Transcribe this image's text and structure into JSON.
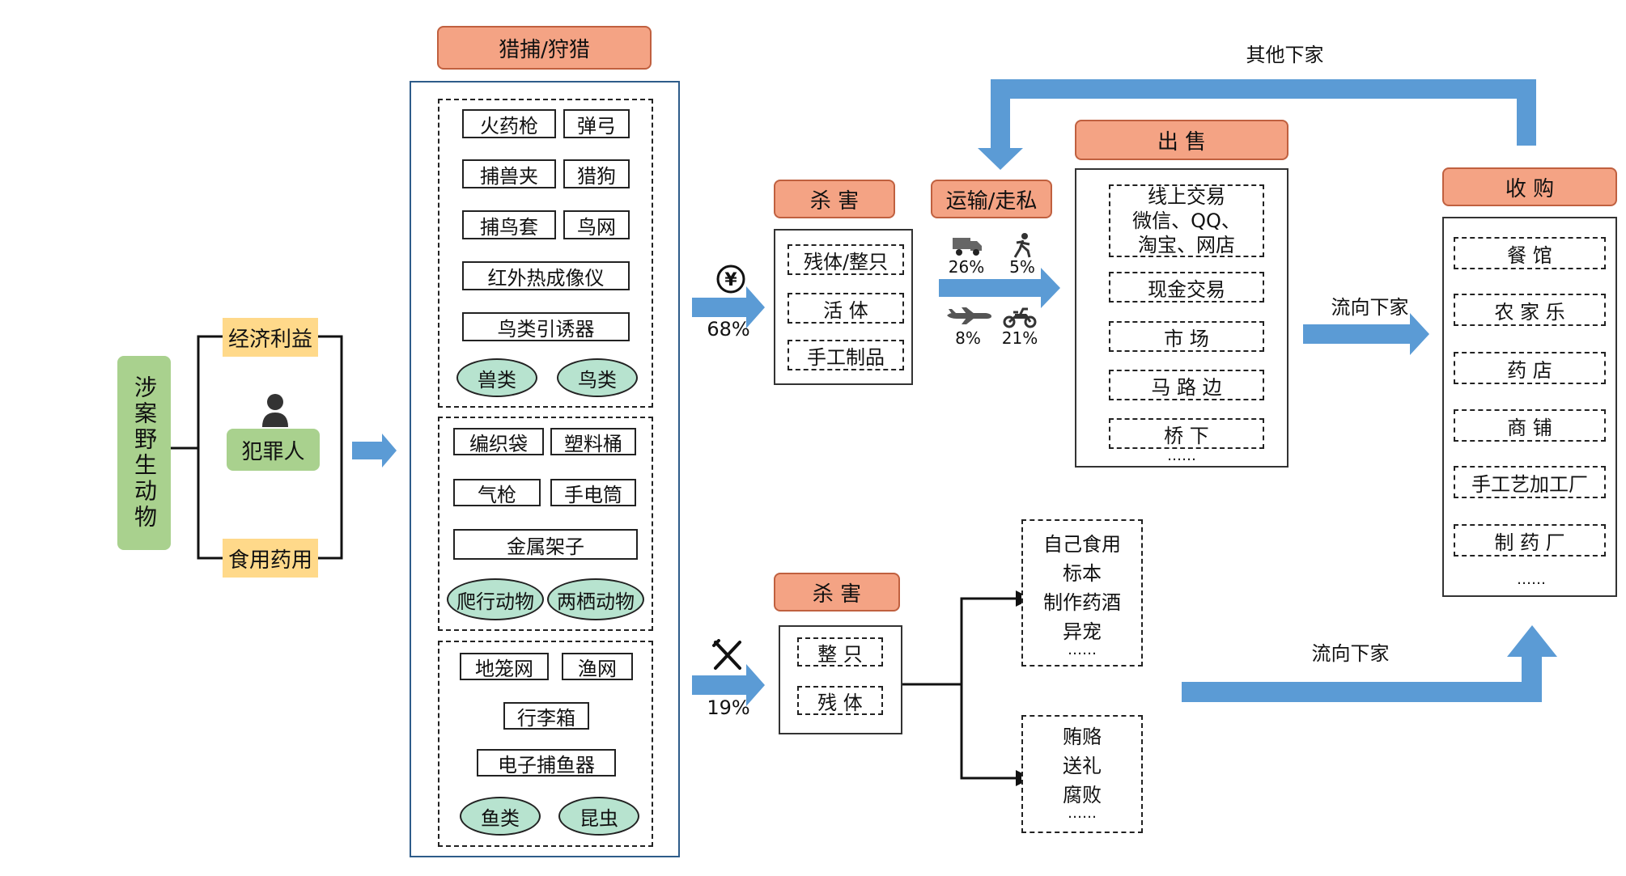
{
  "source": {
    "title": "涉案野生动物",
    "motive_economic": "经济利益",
    "offender": "犯罪人",
    "motive_food": "食用药用"
  },
  "hunting": {
    "header": "猎捕/狩猎",
    "group1": {
      "tools": [
        "火药枪",
        "弹弓",
        "捕兽夹",
        "猎狗",
        "捕鸟套",
        "鸟网",
        "红外热成像仪",
        "鸟类引诱器"
      ],
      "targets": [
        "兽类",
        "鸟类"
      ]
    },
    "group2": {
      "tools": [
        "编织袋",
        "塑料桶",
        "气枪",
        "手电筒",
        "金属架子"
      ],
      "targets": [
        "爬行动物",
        "两栖动物"
      ]
    },
    "group3": {
      "tools": [
        "地笼网",
        "渔网",
        "行李箱",
        "电子捕鱼器"
      ],
      "targets": [
        "鱼类",
        "昆虫"
      ]
    }
  },
  "flows": {
    "profit_pct": "68%",
    "profit_icon": "yen-icon",
    "food_pct": "19%",
    "food_icon": "fork-knife-icon"
  },
  "kill_top": {
    "header": "杀 害",
    "items": [
      "残体/整只",
      "活 体",
      "手工制品"
    ]
  },
  "transport": {
    "header": "运输/走私",
    "modes": [
      {
        "icon": "truck-icon",
        "pct": "26%"
      },
      {
        "icon": "walker-icon",
        "pct": "5%"
      },
      {
        "icon": "airplane-icon",
        "pct": "8%"
      },
      {
        "icon": "motorbike-icon",
        "pct": "21%"
      }
    ]
  },
  "sale": {
    "header": "出 售",
    "online": "线上交易\n微信、QQ、\n淘宝、网店",
    "items": [
      "现金交易",
      "市 场",
      "马 路 边",
      "桥 下"
    ],
    "more": "……"
  },
  "purchase": {
    "header": "收 购",
    "items": [
      "餐 馆",
      "农 家 乐",
      "药 店",
      "商 铺",
      "手工艺加工厂",
      "制 药 厂"
    ],
    "more": "……"
  },
  "labels": {
    "other_buyers": "其他下家",
    "to_buyer_top": "流向下家",
    "to_buyer_bottom": "流向下家"
  },
  "kill_bottom": {
    "header": "杀 害",
    "items": [
      "整 只",
      "残 体"
    ]
  },
  "outcomes": {
    "use": [
      "自己食用",
      "标本",
      "制作药酒",
      "异宠",
      "……"
    ],
    "bribe": [
      "贿赂",
      "送礼",
      "腐败",
      "……"
    ]
  },
  "colors": {
    "header_fill": "#f4a384",
    "motive_fill": "#ffd98a",
    "offender_fill": "#a9d18e",
    "oval_fill": "#b7e3cf",
    "arrow_blue": "#5b9bd5"
  }
}
